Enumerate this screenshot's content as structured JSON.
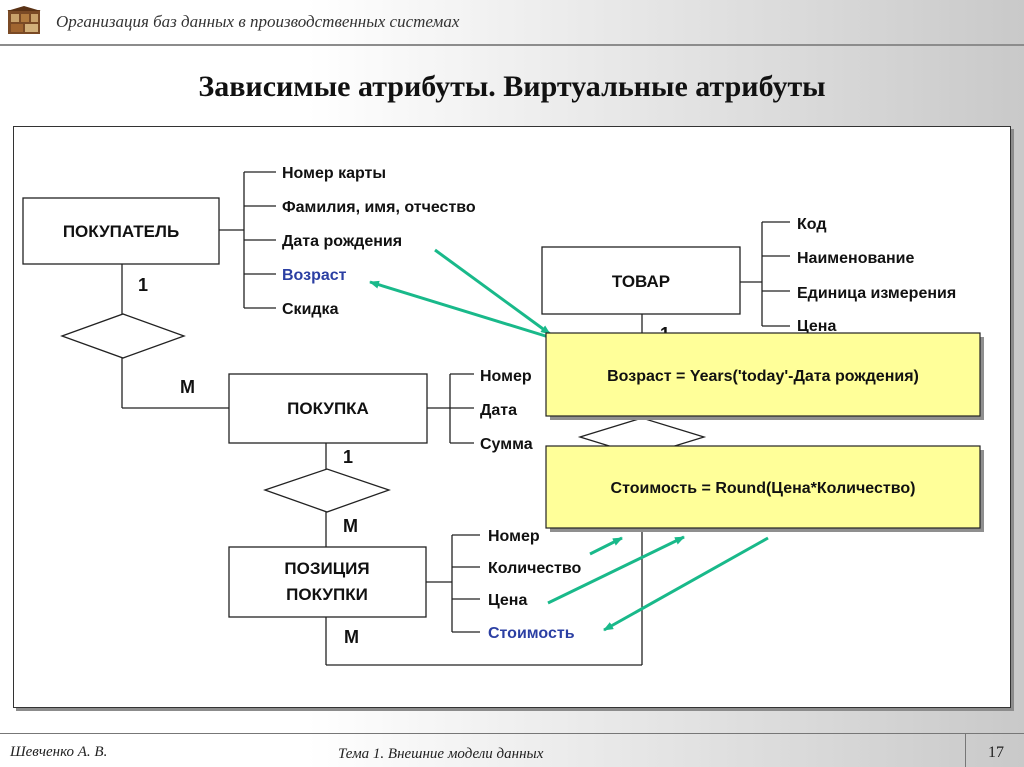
{
  "header": {
    "title": "Организация баз данных в производственных системах"
  },
  "slide": {
    "title": "Зависимые атрибуты. Виртуальные атрибуты"
  },
  "entities": {
    "customer": "ПОКУПАТЕЛЬ",
    "purchase": "ПОКУПКА",
    "position_line1": "ПОЗИЦИЯ",
    "position_line2": "ПОКУПКИ",
    "product": "ТОВАР"
  },
  "customer_attrs": [
    "Номер карты",
    "Фамилия, имя, отчество",
    "Дата рождения",
    "Возраст",
    "Скидка"
  ],
  "product_attrs": [
    "Код",
    "Наименование",
    "Единица измерения",
    "Цена"
  ],
  "purchase_attrs": [
    "Номер",
    "Дата",
    "Сумма"
  ],
  "position_attrs": [
    "Номер",
    "Количество",
    "Цена",
    "Стоимость"
  ],
  "cardinality": {
    "customer_side": "1",
    "purchase_top": "M",
    "purchase_bottom": "1",
    "position_top": "M",
    "position_bottom": "M",
    "product_side": "1"
  },
  "formulas": {
    "age": "Возраст = Years('today'-Дата рождения)",
    "cost": "Стоимость = Round(Цена*Количество)"
  },
  "footer": {
    "author": "Шевченко А. В.",
    "topic": "Тема 1. Внешние модели данных",
    "page": "17"
  },
  "colors": {
    "arrow": "#19b98a",
    "note_fill": "#ffff99",
    "virtual_attr": "#2b3fa3"
  }
}
